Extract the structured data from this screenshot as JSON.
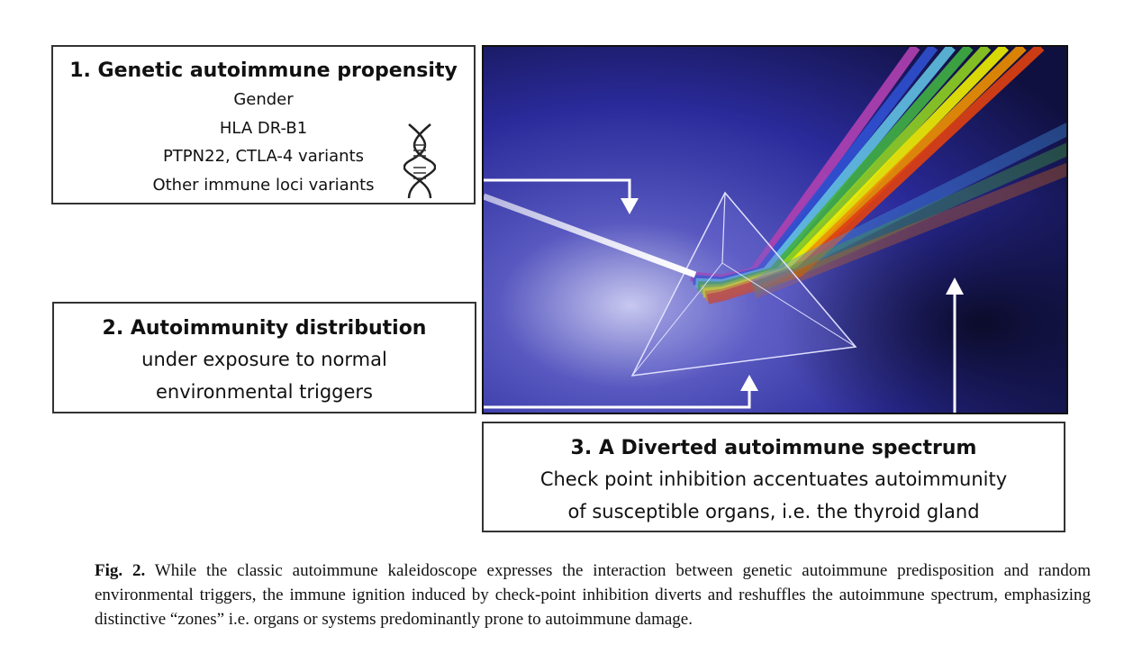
{
  "boxes": {
    "genetic": {
      "title": "1. Genetic autoimmune propensity",
      "items": [
        "Gender",
        "HLA DR-B1",
        "PTPN22, CTLA-4 variants",
        "Other immune loci variants"
      ]
    },
    "distribution": {
      "title": "2. Autoimmunity distribution",
      "lines": [
        "under exposure to normal",
        "environmental triggers"
      ]
    },
    "diverted": {
      "title": "3. A Diverted autoimmune spectrum",
      "lines": [
        "Check point inhibition accentuates autoimmunity",
        "of susceptible organs, i.e. the thyroid gland"
      ]
    }
  },
  "illustration": {
    "background_color": "#2a2a8a",
    "spectrum_colors": [
      "#b040b0",
      "#3050d0",
      "#60c0e0",
      "#40b040",
      "#90d020",
      "#f0f000",
      "#f09000",
      "#e04010"
    ]
  },
  "caption": {
    "label": "Fig. 2.",
    "text": " While the classic autoimmune kaleidoscope expresses the interaction between genetic autoimmune predisposition and random environmental triggers, the immune ignition induced by check-point inhibition diverts and reshuffles the autoimmune spectrum, emphasizing distinctive “zones” i.e. organs or systems predominantly prone to autoimmune damage."
  }
}
